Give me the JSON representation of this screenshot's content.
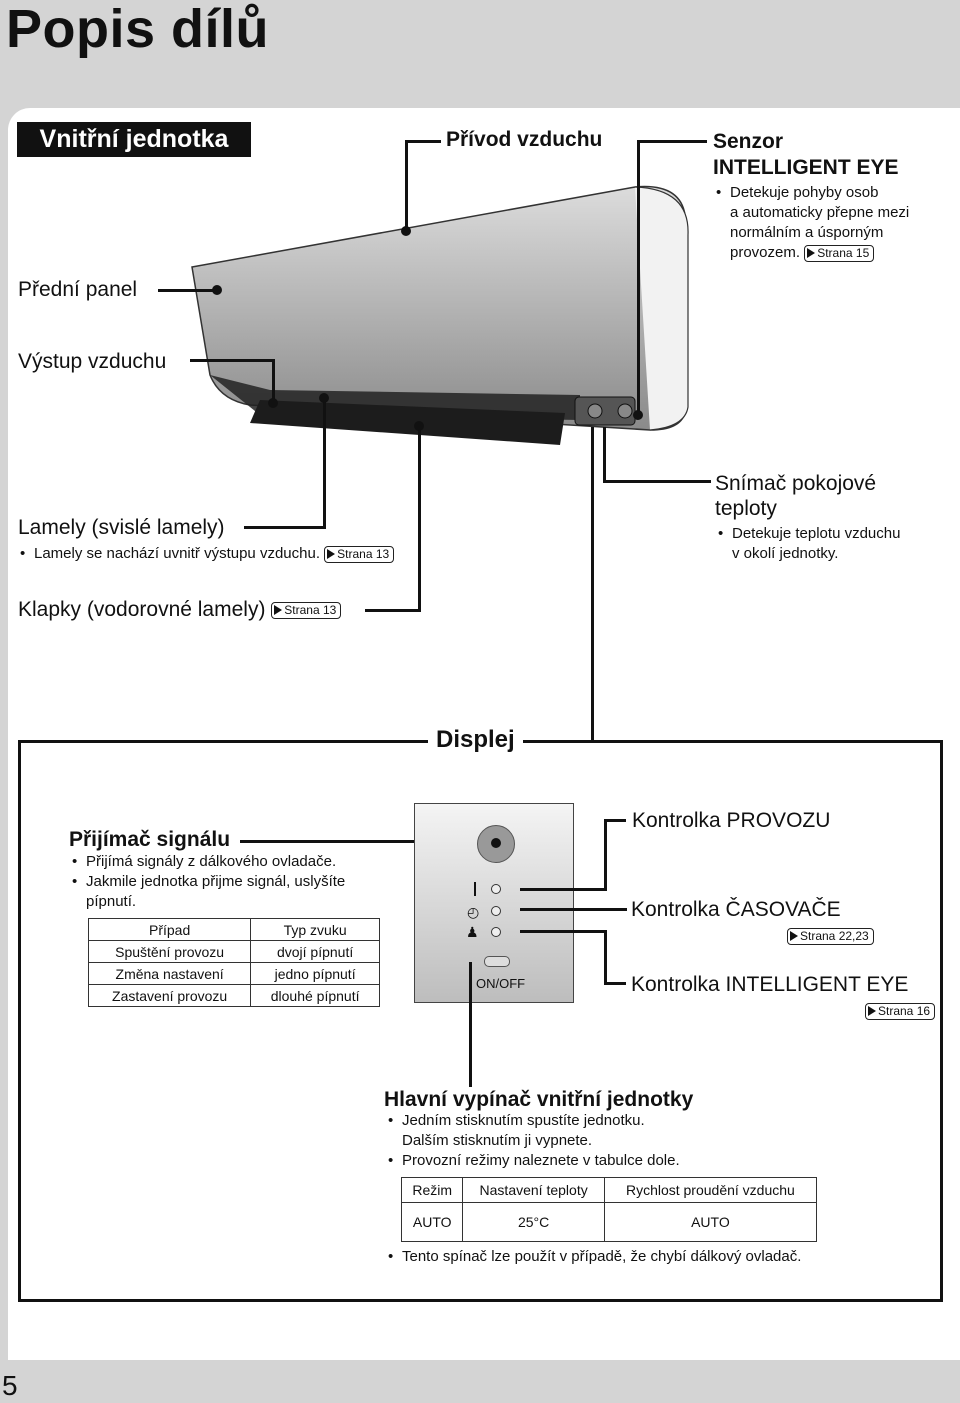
{
  "page_title": "Popis dílů",
  "page_number": "5",
  "unit_header": "Vnitřní jednotka",
  "labels": {
    "air_inlet": "Přívod vzduchu",
    "sensor_title_1": "Senzor",
    "sensor_title_2": "INTELLIGENT EYE",
    "sensor_desc": [
      "Detekuje pohyby osob",
      "a automaticky přepne mezi",
      "normálním a úsporným",
      "provozem."
    ],
    "sensor_ref": "Strana 15",
    "front_panel": "Přední panel",
    "air_outlet": "Výstup vzduchu",
    "louvers_title": "Lamely (svislé lamely)",
    "louvers_desc": "Lamely se nachází uvnitř výstupu vzduchu.",
    "louvers_ref": "Strana 13",
    "room_sensor_title_1": "Snímač pokojové",
    "room_sensor_title_2": "teploty",
    "room_sensor_desc": [
      "Detekuje teplotu vzduchu",
      "v okolí jednotky."
    ],
    "flaps_title": "Klapky (vodorovné lamely)",
    "flaps_ref": "Strana 13"
  },
  "display": {
    "title": "Displej",
    "receiver_title": "Přijímač signálu",
    "receiver_desc_1": "Přijímá signály z dálkového ovladače.",
    "receiver_desc_2a": "Jakmile jednotka přijme signál, uslyšíte",
    "receiver_desc_2b": "pípnutí.",
    "signal_table": {
      "headers": [
        "Případ",
        "Typ zvuku"
      ],
      "rows": [
        [
          "Spuštění provozu",
          "dvojí pípnutí"
        ],
        [
          "Změna nastavení",
          "jedno pípnutí"
        ],
        [
          "Zastavení provozu",
          "dlouhé pípnutí"
        ]
      ]
    },
    "onoff_label": "ON/OFF",
    "operation_lamp": "Kontrolka PROVOZU",
    "timer_lamp": "Kontrolka ČASOVAČE",
    "timer_ref": "Strana 22,23",
    "eye_lamp": "Kontrolka INTELLIGENT EYE",
    "eye_ref": "Strana 16"
  },
  "main_switch": {
    "title": "Hlavní vypínač vnitřní jednotky",
    "desc_1a": "Jedním stisknutím spustíte jednotku.",
    "desc_1b": "Dalším stisknutím ji vypnete.",
    "desc_2": "Provozní režimy naleznete v tabulce dole.",
    "table": {
      "headers": [
        "Režim",
        "Nastavení teploty",
        "Rychlost proudění vzduchu"
      ],
      "values": [
        "AUTO",
        "25°C",
        "AUTO"
      ]
    },
    "note": "Tento spínač lze použít v případě, že chybí dálkový ovladač."
  }
}
